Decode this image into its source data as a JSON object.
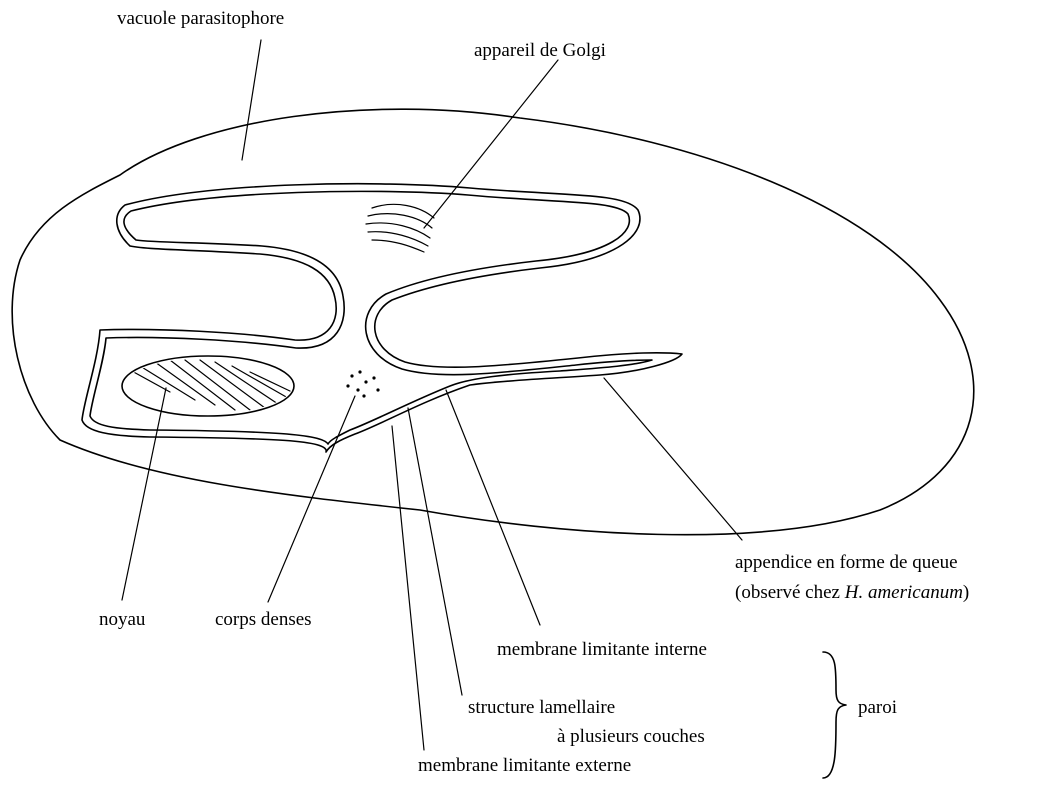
{
  "labels": {
    "vacuole": "vacuole parasitophore",
    "golgi": "appareil de Golgi",
    "appendix_line1": "appendice en forme de queue",
    "appendix_line2_prefix": "(observé chez ",
    "appendix_line2_species": "H. americanum",
    "appendix_line2_suffix": ")",
    "nucleus": "noyau",
    "dense_bodies": "corps denses",
    "inner_membrane": "membrane limitante interne",
    "lamellar_line1": "structure lamellaire",
    "lamellar_line2": "à plusieurs couches",
    "outer_membrane": "membrane limitante externe",
    "wall": "paroi"
  }
}
